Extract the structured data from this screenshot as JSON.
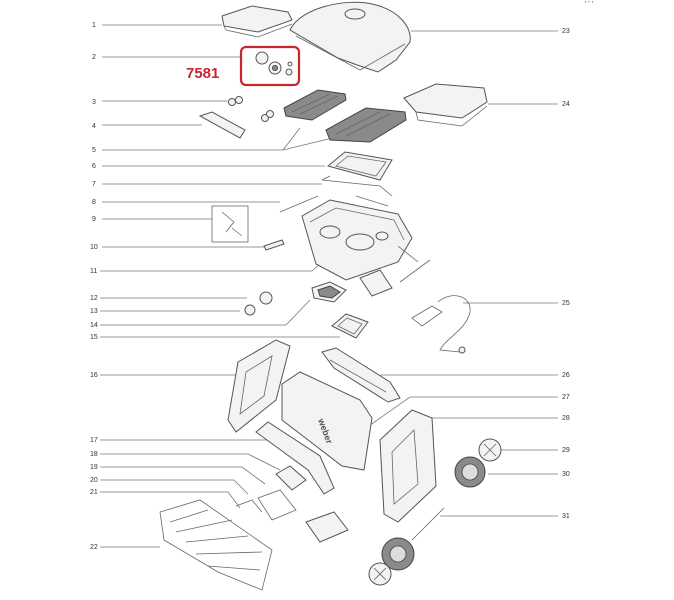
{
  "callouts_left": [
    "1",
    "2",
    "3",
    "4",
    "5",
    "6",
    "7",
    "8",
    "9",
    "10",
    "11",
    "12",
    "13",
    "14",
    "15",
    "16",
    "17",
    "18",
    "19",
    "20",
    "21",
    "22"
  ],
  "callouts_right": [
    "23",
    "24",
    "25",
    "26",
    "27",
    "28",
    "29",
    "30",
    "31"
  ],
  "highlight": {
    "label": "7581",
    "color": "#c8252c"
  },
  "grill_brand_text": "weber",
  "top_right_marks": "' ' '"
}
